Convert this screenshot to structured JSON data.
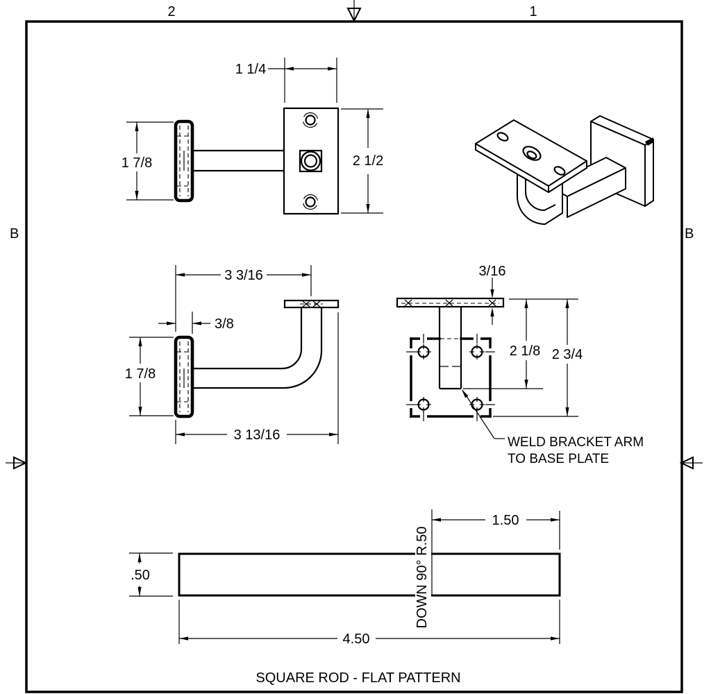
{
  "sheet": {
    "zones": {
      "top_left": "2",
      "top_right": "1",
      "left": "B",
      "right": "B"
    },
    "colors": {
      "line": "#000000",
      "background": "#ffffff"
    }
  },
  "views": {
    "top": {
      "dims": {
        "plate_width": "1 1/4",
        "plate_height": "2 1/2",
        "rail_profile": "1 7/8"
      }
    },
    "side": {
      "dims": {
        "to_arm_center": "3 3/16",
        "rail_thickness": "3/8",
        "rail_height": "1 7/8",
        "overall_depth": "3 13/16"
      }
    },
    "front": {
      "dims": {
        "rail_plate_thickness": "3/16",
        "arm_length": "2 1/8",
        "overall_height": "2 3/4"
      },
      "note": [
        "WELD BRACKET ARM",
        "TO BASE PLATE"
      ]
    },
    "flat_pattern": {
      "dims": {
        "rod_thickness": ".50",
        "bend_to_end": "1.50",
        "blank_length": "4.50"
      },
      "bend_note": "DOWN 90° R.50",
      "caption": "SQUARE ROD - FLAT PATTERN"
    }
  }
}
